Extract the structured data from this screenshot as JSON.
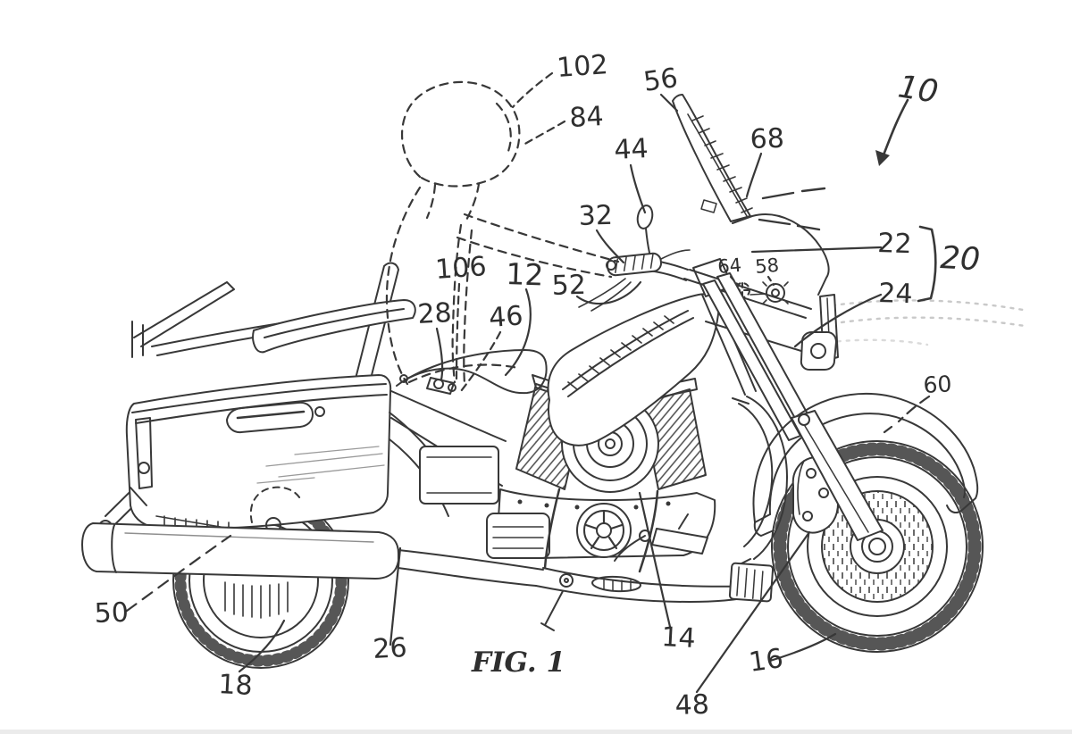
{
  "figure": {
    "caption": "FIG. 1"
  },
  "refs": {
    "n10": "10",
    "n12": "12",
    "n14": "14",
    "n16": "16",
    "n18": "18",
    "n20": "20",
    "n22": "22",
    "n24": "24",
    "n26": "26",
    "n28": "28",
    "n32": "32",
    "n44": "44",
    "n46": "46",
    "n48": "48",
    "n50": "50",
    "n52": "52",
    "n56": "56",
    "n58": "58",
    "n60": "60",
    "n64": "64",
    "n68": "68",
    "n84": "84",
    "n102": "102",
    "n106": "106"
  },
  "colors": {
    "ink": "#353535",
    "faint_pencil": "#c9c9c9",
    "background": "#ffffff",
    "bottom_edge": "#ebebeb"
  }
}
